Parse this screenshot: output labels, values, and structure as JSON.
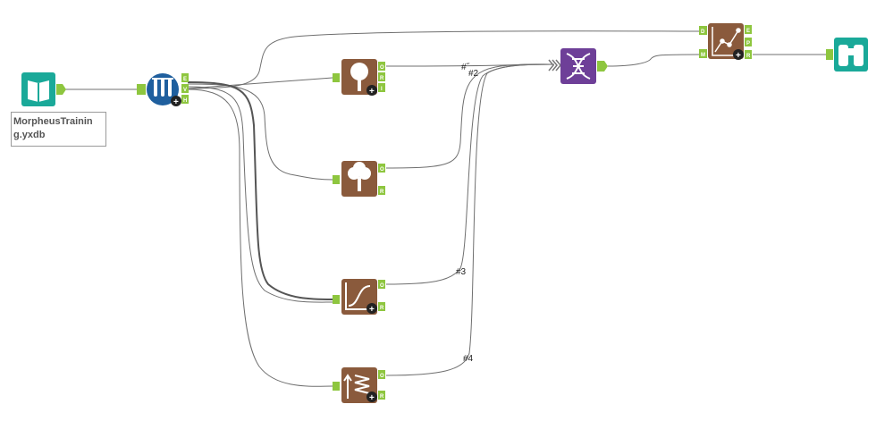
{
  "canvas": {
    "input_file_label": "MorpheusTrainin\ng.yxdb"
  },
  "tools": [
    {
      "id": "input-data",
      "icon": "book-icon"
    },
    {
      "id": "create-samples",
      "icon": "test-tubes-icon",
      "outputs": [
        "E",
        "V",
        "H"
      ]
    },
    {
      "id": "decision-tree",
      "icon": "tree-icon",
      "outputs": [
        "O",
        "R",
        "I"
      ]
    },
    {
      "id": "forest-model",
      "icon": "forest-icon",
      "outputs": [
        "O",
        "R"
      ]
    },
    {
      "id": "logistic-regression",
      "icon": "s-curve-icon",
      "outputs": [
        "O",
        "R"
      ]
    },
    {
      "id": "boosted-model",
      "icon": "boosted-icon",
      "outputs": [
        "O",
        "R"
      ]
    },
    {
      "id": "union",
      "icon": "dna-icon"
    },
    {
      "id": "model-comparison",
      "icon": "chart-icon",
      "inputs": [
        "D",
        "M"
      ],
      "outputs": [
        "E",
        "P",
        "R"
      ]
    },
    {
      "id": "browse",
      "icon": "binoculars-icon"
    }
  ],
  "connection_labels": {
    "c1": "#˝",
    "c2": "#2",
    "c3": "#3",
    "c4": "#4"
  },
  "colors": {
    "predictive": "#8a5a3c",
    "io": "#1aa999",
    "union": "#6e3f98",
    "prep": "#1f5f9e",
    "anchor": "#8ec63f"
  }
}
